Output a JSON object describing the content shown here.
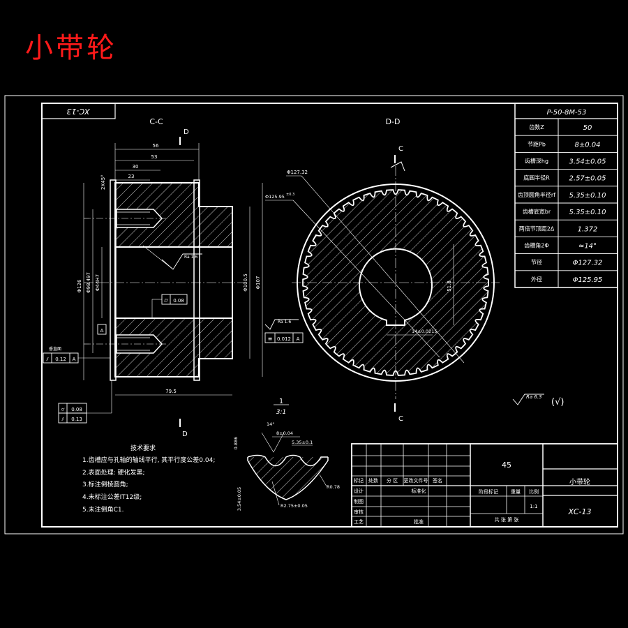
{
  "page_title": "小带轮",
  "frame_tag": "XC-13",
  "section_labels": {
    "left": "C-C",
    "right": "D-D",
    "cut_d": "D",
    "cut_c": "C"
  },
  "params": {
    "code": "P-50-8M-53",
    "rows": [
      {
        "label": "齿数Z",
        "value": "50"
      },
      {
        "label": "节距Pb",
        "value": "8±0.04"
      },
      {
        "label": "齿槽深hg",
        "value": "3.54±0.05"
      },
      {
        "label": "底圆半径R",
        "value": "2.57±0.05"
      },
      {
        "label": "齿顶圆角半径rf",
        "value": "5.35±0.10"
      },
      {
        "label": "齿槽底宽br",
        "value": "5.35±0.10"
      },
      {
        "label": "两倍节顶距2Δ",
        "value": "1.372"
      },
      {
        "label": "齿槽角2Φ",
        "value": "≈14°"
      },
      {
        "label": "节径",
        "value": "Φ127.32"
      },
      {
        "label": "外径",
        "value": "Φ125.95"
      }
    ]
  },
  "dims": {
    "d56": "56",
    "d53": "53",
    "d30": "30",
    "d23": "23",
    "d795": "79.5",
    "d2x45": "2X45°",
    "phi126": "Φ126",
    "phi98": "Φ98.497",
    "phi44": "Φ44H7",
    "phi1005": "Φ100.5",
    "phi107": "Φ107",
    "phi12732": "Φ127.32",
    "phi12595": "Φ125.95",
    "phi12595b": "±0.3",
    "key_w": "14±0.0215",
    "key_d": "51.8",
    "ra16": "Ra 1.6",
    "ra16b": "Ra 1.6",
    "ra63": "Ra 6.3",
    "ra_paren": "(√)",
    "ref_a": "A",
    "tol1": "0.08",
    "tol2": "0.012",
    "tol3": "0.12",
    "tol4": "0.08",
    "tol5": "0.13",
    "perp": "垂直面",
    "scale_num": "1",
    "scale_den": "3:1",
    "tooth_angle": "14°",
    "tooth_w": "8±0.04",
    "tooth_w2": "5.35±0.1",
    "tooth_r1": "R0.78",
    "tooth_r2": "R2.75±0.05",
    "tooth_h": "3.54±0.05",
    "tooth_side": "0.886"
  },
  "notes": {
    "heading": "技术要求",
    "items": [
      "1.齿槽应与孔轴的轴线平行, 其平行度公差0.04;",
      "2.表面处理: 硬化发黑;",
      "3.标注倒棱圆角;",
      "4.未标注公差IT12级;",
      "5.未注倒角C1."
    ]
  },
  "title_block": {
    "material": "45",
    "name": "小带轮",
    "drawing_no": "XC-13",
    "scale_label": "比例",
    "scale_value": "1:1",
    "stage_label": "阶段标记",
    "weight_label": "重量",
    "sheet_text": "共  张  第  张",
    "rev_headers": [
      "标记",
      "处数",
      "分 区",
      "更改文件号",
      "签名"
    ],
    "designer": "设计",
    "standard": "标准化",
    "drafter": "制图",
    "reviewer": "审核",
    "process": "工艺",
    "approve": "批准"
  }
}
